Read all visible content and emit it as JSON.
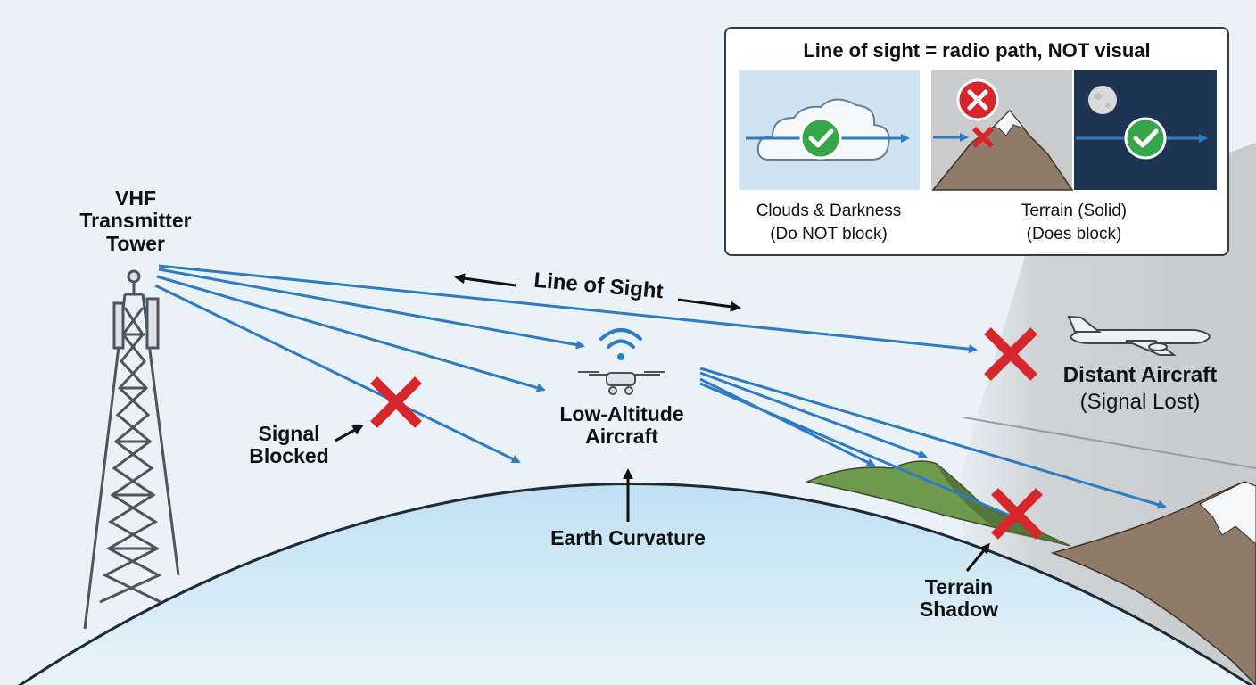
{
  "colors": {
    "sky": "#eaf2f7",
    "earth": "#cfe6f5",
    "signal_line": "#2e7bc4",
    "block_cross": "#d8262d",
    "check": "#36a64a",
    "shadow_gray": "#c4c6c9",
    "night_panel": "#1d3553"
  },
  "labels": {
    "tower": "VHF\nTransmitter\nTower",
    "line_of_sight": "Line of Sight",
    "low_aircraft": "Low-Altitude\nAircraft",
    "signal_blocked": "Signal\nBlocked",
    "earth_curvature": "Earth Curvature",
    "distant_aircraft_name": "Distant Aircraft",
    "distant_aircraft_status": "(Signal Lost)",
    "terrain_shadow": "Terrain\nShadow"
  },
  "inset": {
    "title": "Line of sight = radio path, NOT visual",
    "left_caption": "Clouds & Darkness\n(Do NOT block)",
    "right_caption": "Terrain (Solid)\n(Does block)"
  },
  "icons": {
    "tower": "lattice-tower-icon",
    "drone": "drone-icon",
    "wifi": "wifi-signal-icon",
    "airliner": "airplane-icon",
    "blocked": "red-x-icon",
    "ok": "green-check-icon",
    "cloud": "cloud-icon",
    "moon": "moon-icon",
    "mountain": "mountain-icon"
  }
}
